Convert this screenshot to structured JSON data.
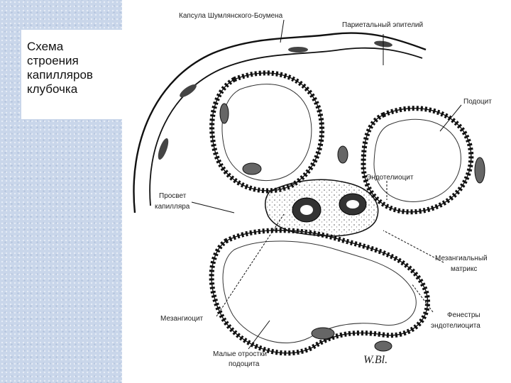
{
  "slide": {
    "title": "Схема\nстроения\nкапилляров\nклубочка"
  },
  "labels": {
    "capsule": "Капсула Шумлянского-Боумена",
    "parietal": "Париетальный эпителий",
    "podocyte": "Подоцит",
    "endothelial": "Эндотелиоцит",
    "lumen_1": "Просвет",
    "lumen_2": "капилляра",
    "matrix_1": "Мезангиальный",
    "matrix_2": "матрикс",
    "fenestrae_1": "Фенестры",
    "fenestrae_2": "эндотелиоцита",
    "mesangiocyte": "Мезангиоцит",
    "processes_1": "Малые отростки",
    "processes_2": "подоцита",
    "signature": "W.Bl."
  }
}
